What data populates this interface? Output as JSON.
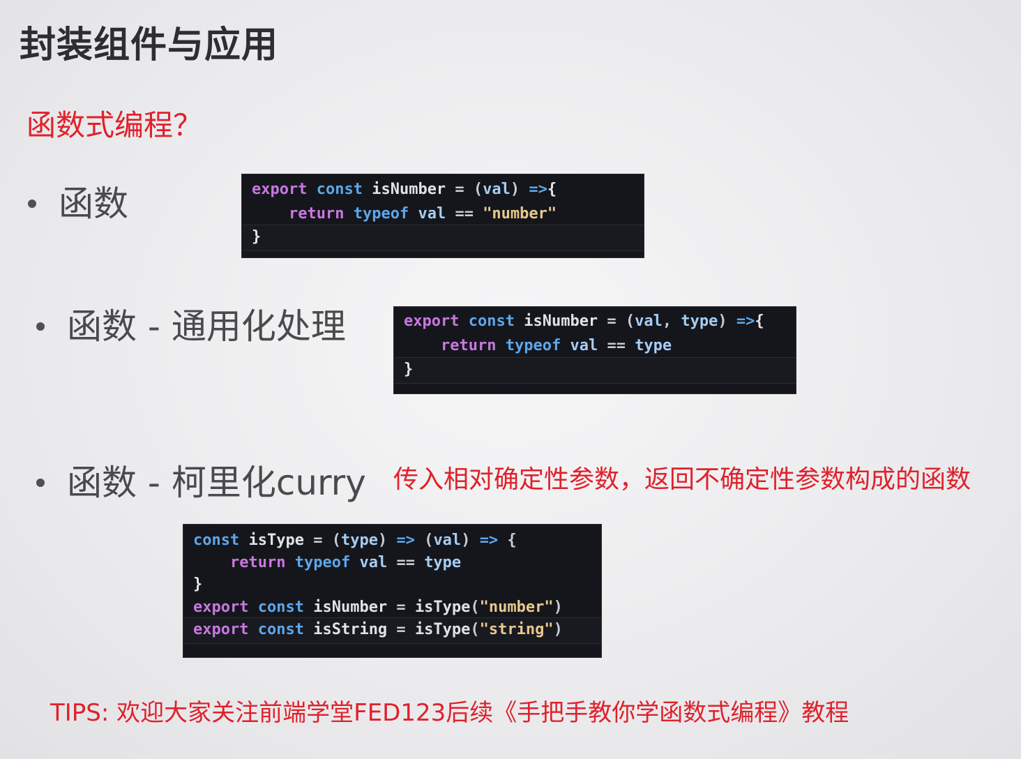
{
  "slide": {
    "title": "封装组件与应用",
    "subtitle": "函数式编程？",
    "bullets": [
      {
        "label": "函数"
      },
      {
        "label": "函数 - 通用化处理"
      },
      {
        "label": "函数 - 柯里化curry"
      }
    ],
    "curry_note": "传入相对确定性参数，返回不确定性参数构成的函数",
    "tips": "TIPS:  欢迎大家关注前端学堂FED123后续《手把手教你学函数式编程》教程"
  },
  "code_blocks": [
    {
      "lines": [
        [
          [
            "kw-export",
            "export"
          ],
          [
            "op",
            " "
          ],
          [
            "kw-const",
            "const"
          ],
          [
            "op",
            " "
          ],
          [
            "ident",
            "isNumber"
          ],
          [
            "op",
            " = ("
          ],
          [
            "param",
            "val"
          ],
          [
            "op",
            ") "
          ],
          [
            "arrow",
            "=>"
          ],
          [
            "brace",
            "{"
          ]
        ],
        [
          [
            "op",
            "    "
          ],
          [
            "kw-return",
            "return"
          ],
          [
            "op",
            " "
          ],
          [
            "kw-typeof",
            "typeof"
          ],
          [
            "op",
            " "
          ],
          [
            "param",
            "val"
          ],
          [
            "op",
            " == "
          ],
          [
            "str",
            "\"number\""
          ]
        ],
        [
          [
            "brace",
            "}"
          ]
        ]
      ]
    },
    {
      "lines": [
        [
          [
            "kw-export",
            "export"
          ],
          [
            "op",
            " "
          ],
          [
            "kw-const",
            "const"
          ],
          [
            "op",
            " "
          ],
          [
            "ident",
            "isNumber"
          ],
          [
            "op",
            " = ("
          ],
          [
            "param",
            "val"
          ],
          [
            "op",
            ", "
          ],
          [
            "param",
            "type"
          ],
          [
            "op",
            ") "
          ],
          [
            "arrow",
            "=>"
          ],
          [
            "brace",
            "{"
          ]
        ],
        [
          [
            "op",
            "    "
          ],
          [
            "kw-return",
            "return"
          ],
          [
            "op",
            " "
          ],
          [
            "kw-typeof",
            "typeof"
          ],
          [
            "op",
            " "
          ],
          [
            "param",
            "val"
          ],
          [
            "op",
            " == "
          ],
          [
            "param",
            "type"
          ]
        ],
        [
          [
            "brace",
            "}"
          ]
        ]
      ]
    },
    {
      "lines": [
        [
          [
            "kw-const",
            "const"
          ],
          [
            "op",
            " "
          ],
          [
            "ident",
            "isType"
          ],
          [
            "op",
            " = ("
          ],
          [
            "param",
            "type"
          ],
          [
            "op",
            ") "
          ],
          [
            "arrow",
            "=>"
          ],
          [
            "op",
            " ("
          ],
          [
            "param",
            "val"
          ],
          [
            "op",
            ") "
          ],
          [
            "arrow",
            "=>"
          ],
          [
            "op",
            " {"
          ]
        ],
        [
          [
            "op",
            "    "
          ],
          [
            "kw-return",
            "return"
          ],
          [
            "op",
            " "
          ],
          [
            "kw-typeof",
            "typeof"
          ],
          [
            "op",
            " "
          ],
          [
            "param",
            "val"
          ],
          [
            "op",
            " == "
          ],
          [
            "param",
            "type"
          ]
        ],
        [
          [
            "brace",
            "}"
          ]
        ],
        [
          [
            "kw-export",
            "export"
          ],
          [
            "op",
            " "
          ],
          [
            "kw-const",
            "const"
          ],
          [
            "op",
            " "
          ],
          [
            "ident",
            "isNumber"
          ],
          [
            "op",
            " = "
          ],
          [
            "ident",
            "isType"
          ],
          [
            "op",
            "("
          ],
          [
            "str",
            "\"number\""
          ],
          [
            "op",
            ")"
          ]
        ],
        [
          [
            "kw-export",
            "export"
          ],
          [
            "op",
            " "
          ],
          [
            "kw-const",
            "const"
          ],
          [
            "op",
            " "
          ],
          [
            "ident",
            "isString"
          ],
          [
            "op",
            " = "
          ],
          [
            "ident",
            "isType"
          ],
          [
            "op",
            "("
          ],
          [
            "str",
            "\"string\""
          ],
          [
            "op",
            ")"
          ]
        ]
      ]
    }
  ],
  "colors": {
    "accent_red": "#e0212b",
    "title_text": "#2e2e30",
    "body_text": "#4a4a4c",
    "code_background": "#14161b",
    "keyword_purple": "#c977e0",
    "keyword_blue": "#5ea6ea",
    "string_gold": "#e8c88e"
  }
}
